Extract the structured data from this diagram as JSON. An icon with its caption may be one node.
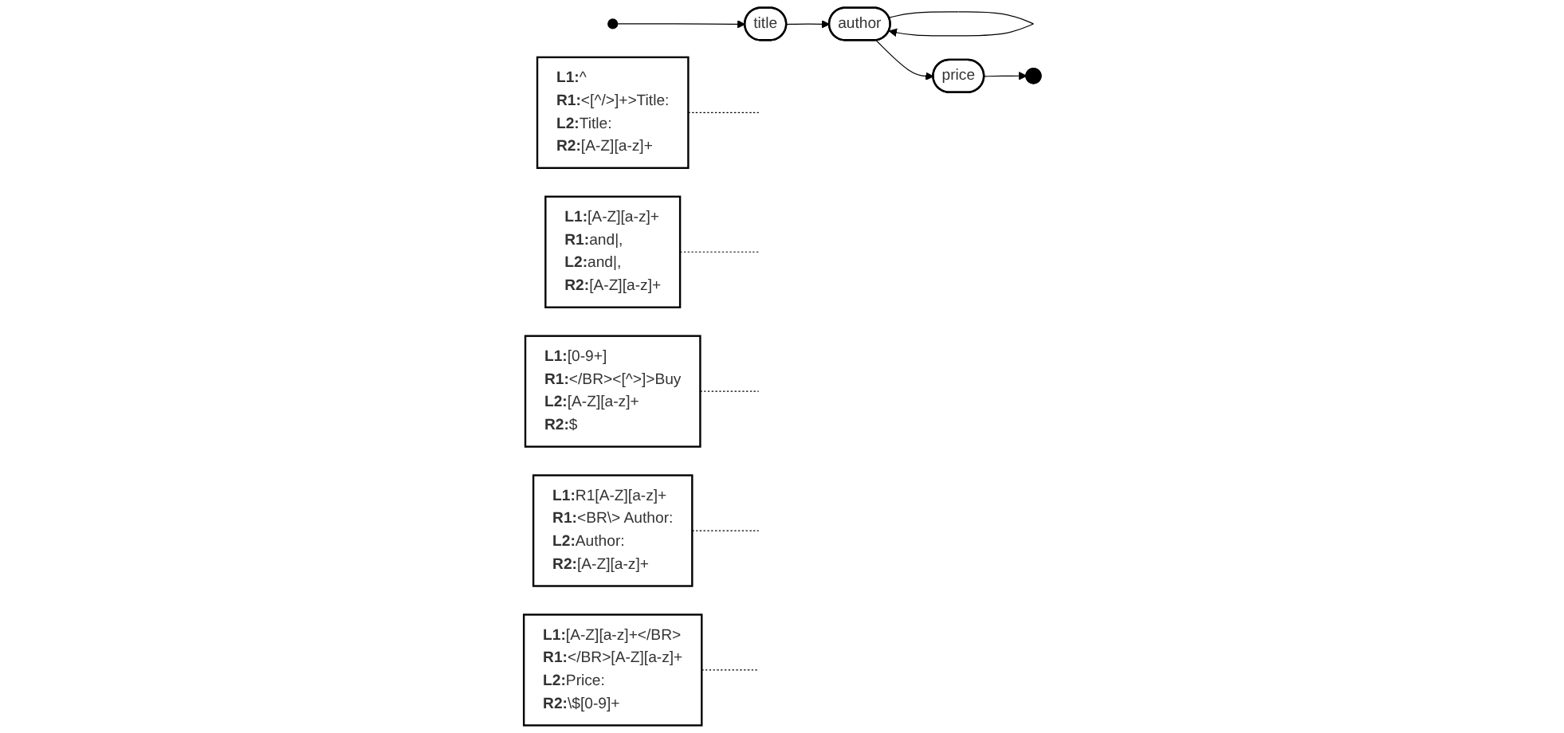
{
  "diagram": {
    "nodes": [
      {
        "text": [
          "L1:^",
          "R1:<[^/>]+>Title:",
          "L2:Title:",
          "R2:[A-Z][a-z]+"
        ]
      },
      {
        "text": [
          "L1:[A-Z][a-z]+",
          "R1:and|,",
          "L2:and|,",
          "R2:[A-Z][a-z]+"
        ]
      },
      {
        "text": [
          "L1:[0-9+]",
          "R1:</BR><[^>]>Buy",
          "L2:[A-Z][a-z]+",
          "R2:$"
        ]
      },
      {
        "text": [],
        "shape": "circle"
      },
      {
        "text": [
          "title"
        ]
      },
      {
        "text": [
          "author"
        ]
      },
      {
        "text": [
          "price"
        ]
      },
      {
        "text": [],
        "shape": "circle"
      },
      {
        "text": [
          "L1:R1[A-Z][a-z]+",
          "R1:<BR\\> Author:",
          "L2:Author:",
          "R2:[A-Z][a-z]+"
        ]
      },
      {
        "text": [
          "L1:[A-Z][a-z]+</BR>",
          "R1:</BR>[A-Z][a-z]+",
          "L2:Price:",
          "R2:\\$[0-9]+"
        ]
      }
    ],
    "edges": [
      {
        "from": 3,
        "to": 4,
        "arrow": "to"
      },
      {
        "from": 4,
        "to": 5,
        "arrow": "to"
      },
      {
        "from": 5,
        "to": 5,
        "arrow": "to"
      },
      {
        "from": 5,
        "to": 6,
        "arrow": "to"
      },
      {
        "from": 6,
        "to": 7,
        "arrow": "to"
      },
      {
        "from": 0,
        "to": null,
        "arrow": "none",
        "style": "dashed"
      },
      {
        "from": 1,
        "to": null,
        "arrow": "none",
        "style": "dashed"
      },
      {
        "from": 2,
        "to": null,
        "arrow": "none",
        "style": "dashed"
      },
      {
        "from": 8,
        "to": null,
        "arrow": "none",
        "style": "dashed"
      },
      {
        "from": 9,
        "to": null,
        "arrow": "none",
        "style": "dashed"
      }
    ]
  }
}
